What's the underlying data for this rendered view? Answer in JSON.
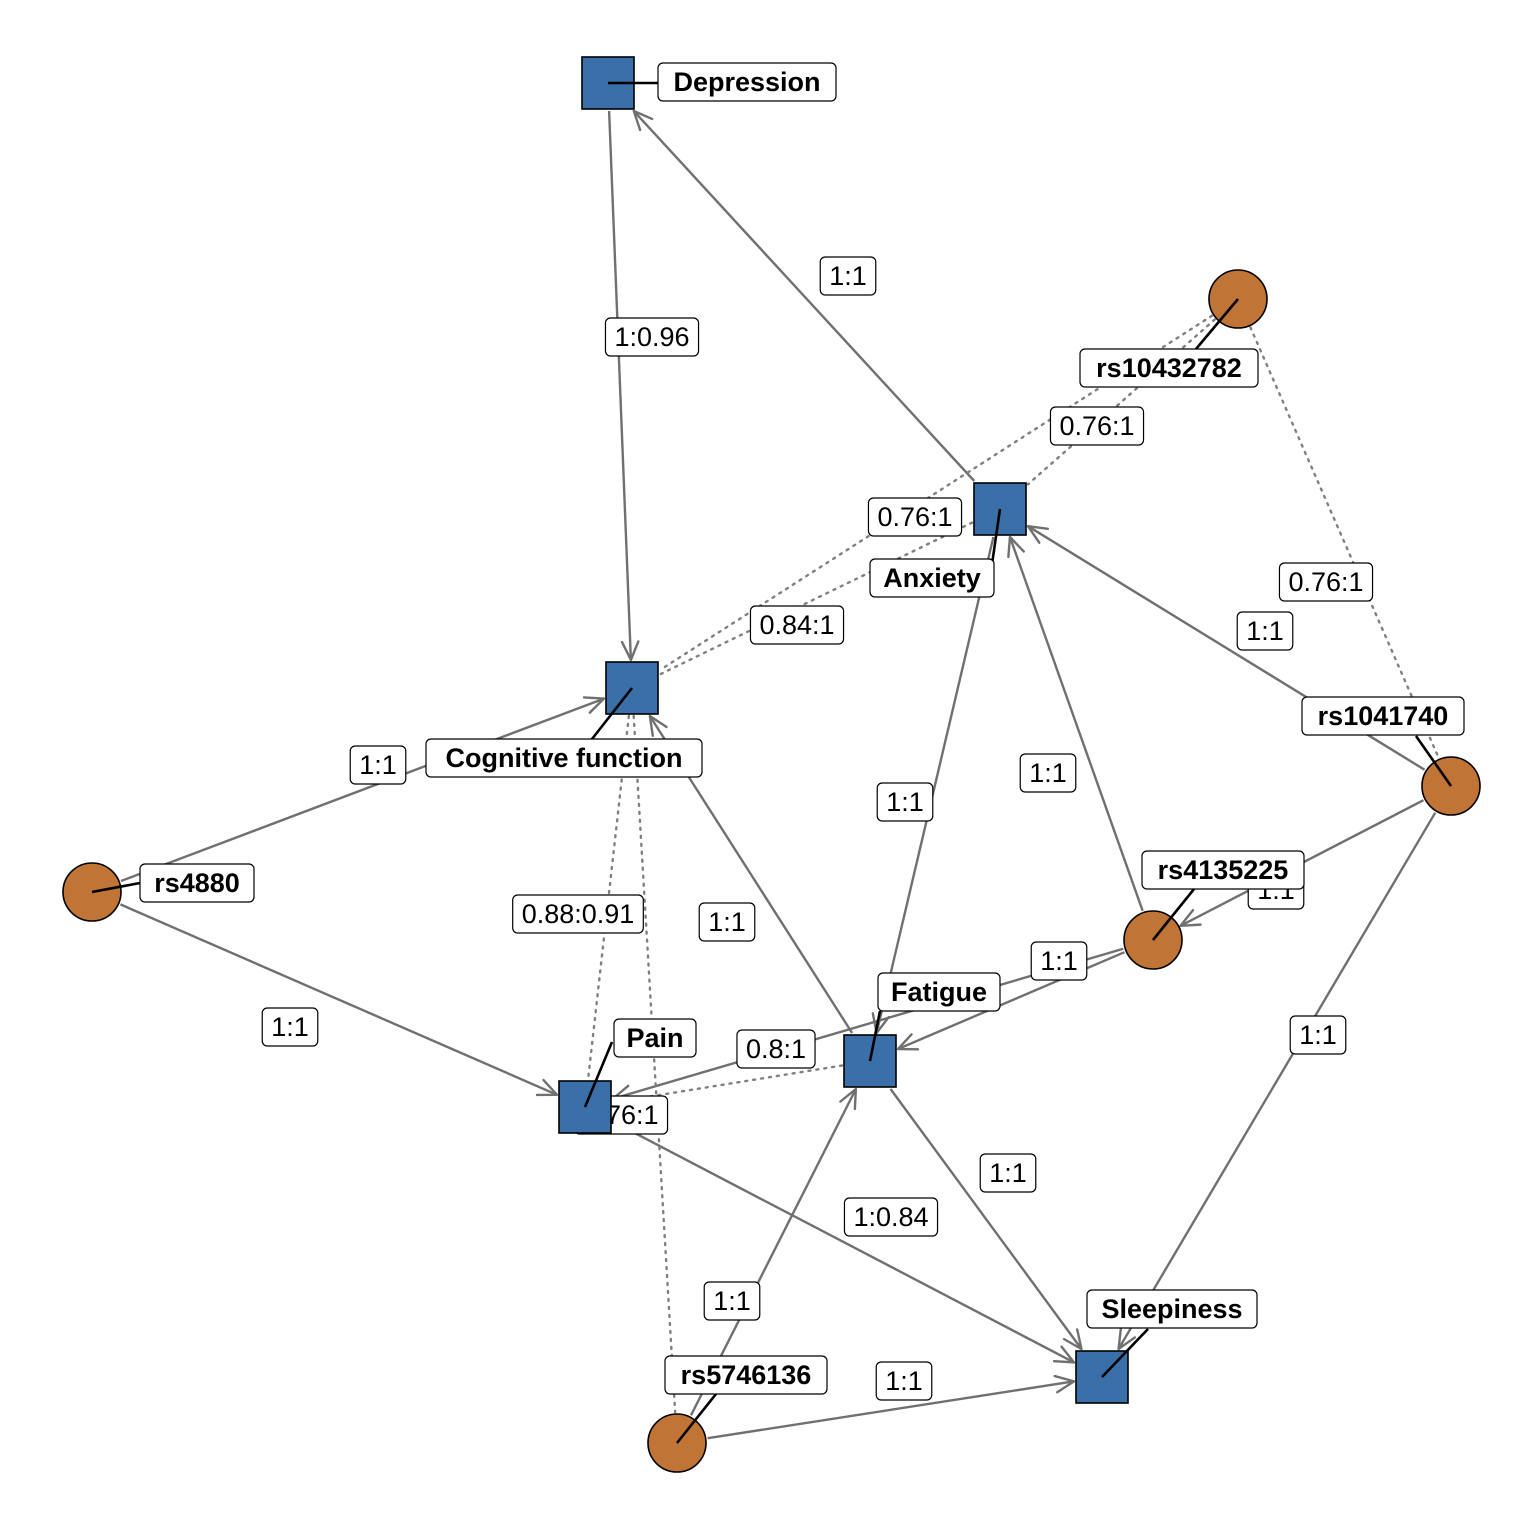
{
  "nodes": [
    {
      "id": "depression",
      "label": "Depression",
      "kind": "phenotype",
      "shape": "square"
    },
    {
      "id": "anxiety",
      "label": "Anxiety",
      "kind": "phenotype",
      "shape": "square"
    },
    {
      "id": "cognitive",
      "label": "Cognitive function",
      "kind": "phenotype",
      "shape": "square"
    },
    {
      "id": "fatigue",
      "label": "Fatigue",
      "kind": "phenotype",
      "shape": "square"
    },
    {
      "id": "pain",
      "label": "Pain",
      "kind": "phenotype",
      "shape": "square"
    },
    {
      "id": "sleepiness",
      "label": "Sleepiness",
      "kind": "phenotype",
      "shape": "square"
    },
    {
      "id": "rs10432782",
      "label": "rs10432782",
      "kind": "snp",
      "shape": "circle"
    },
    {
      "id": "rs1041740",
      "label": "rs1041740",
      "kind": "snp",
      "shape": "circle"
    },
    {
      "id": "rs4135225",
      "label": "rs4135225",
      "kind": "snp",
      "shape": "circle"
    },
    {
      "id": "rs4880",
      "label": "rs4880",
      "kind": "snp",
      "shape": "circle"
    },
    {
      "id": "rs5746136",
      "label": "rs5746136",
      "kind": "snp",
      "shape": "circle"
    }
  ],
  "edges": [
    {
      "from": "depression",
      "to": "cognitive",
      "label": "1:0.96",
      "style": "solid"
    },
    {
      "from": "anxiety",
      "to": "depression",
      "label": "1:1",
      "style": "solid"
    },
    {
      "from": "rs1041740",
      "to": "anxiety",
      "label": "1:1",
      "style": "solid"
    },
    {
      "from": "rs4135225",
      "to": "anxiety",
      "label": "1:1",
      "style": "solid"
    },
    {
      "from": "rs4880",
      "to": "cognitive",
      "label": "1:1",
      "style": "solid"
    },
    {
      "from": "rs4880",
      "to": "pain",
      "label": "1:1",
      "style": "solid"
    },
    {
      "from": "fatigue",
      "to": "cognitive",
      "label": "1:1",
      "style": "solid"
    },
    {
      "from": "anxiety",
      "to": "fatigue",
      "label": "1:1",
      "style": "solid"
    },
    {
      "from": "rs4135225",
      "to": "fatigue",
      "label": "1:1",
      "style": "solid"
    },
    {
      "from": "rs1041740",
      "to": "rs4135225",
      "label": "1:1",
      "style": "solid"
    },
    {
      "from": "rs4135225",
      "to": "pain",
      "label": "0.8:1",
      "style": "solid"
    },
    {
      "from": "rs5746136",
      "to": "fatigue",
      "label": "1:1",
      "style": "solid"
    },
    {
      "from": "fatigue",
      "to": "sleepiness",
      "label": "1:1",
      "style": "solid"
    },
    {
      "from": "pain",
      "to": "sleepiness",
      "label": "1:0.84",
      "style": "solid"
    },
    {
      "from": "rs1041740",
      "to": "sleepiness",
      "label": "1:1",
      "style": "solid"
    },
    {
      "from": "rs5746136",
      "to": "sleepiness",
      "label": "1:1",
      "style": "solid"
    },
    {
      "from": "rs10432782",
      "to": "anxiety",
      "label": "0.76:1",
      "style": "dotted"
    },
    {
      "from": "rs10432782",
      "to": "cognitive",
      "label": "0.84:1",
      "style": "dotted"
    },
    {
      "from": "anxiety",
      "to": "cognitive",
      "label": "0.76:1",
      "style": "dotted"
    },
    {
      "from": "rs10432782",
      "to": "rs1041740",
      "label": "0.76:1",
      "style": "dotted"
    },
    {
      "from": "cognitive",
      "to": "pain",
      "label": "0.88:0.91",
      "style": "dotted"
    },
    {
      "from": "cognitive",
      "to": "rs5746136",
      "label": "",
      "style": "dotted"
    },
    {
      "from": "fatigue",
      "to": "pain",
      "label": "0.76:1",
      "style": "dotted"
    }
  ]
}
